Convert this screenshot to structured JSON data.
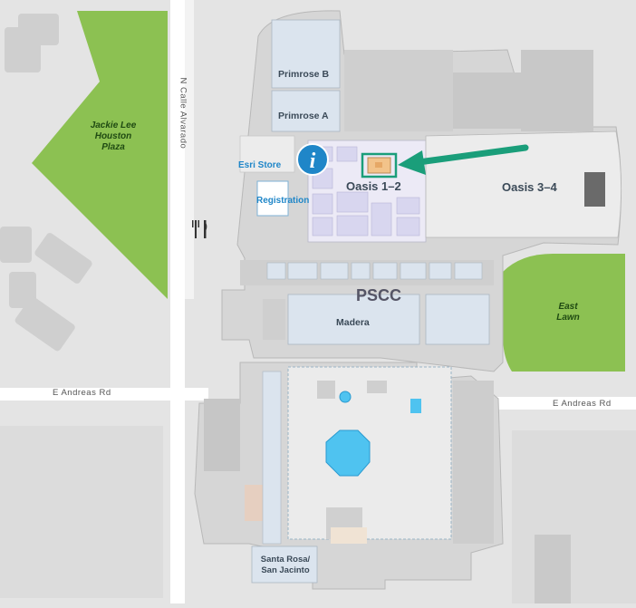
{
  "map": {
    "parks": {
      "jackie_lee": [
        "Jackie Lee",
        "Houston",
        "Plaza"
      ],
      "east_lawn": [
        "East",
        "Lawn"
      ]
    },
    "streets": {
      "calle_alvarado": "N Calle Alvarado",
      "andreas_west": "E Andreas Rd",
      "andreas_east": "E Andreas Rd"
    },
    "rooms": {
      "primrose_b": "Primrose B",
      "primrose_a": "Primrose A",
      "oasis_12": "Oasis 1–2",
      "oasis_34": "Oasis 3–4",
      "madera": "Madera",
      "pscc": "PSCC",
      "santa_rosa": [
        "Santa Rosa/",
        "San Jacinto"
      ]
    },
    "points": {
      "esri_store": "Esri Store",
      "registration": "Registration",
      "info_glyph": "i",
      "dining_icon": "restaurant-icon",
      "info_icon": "info-icon"
    },
    "colors": {
      "background": "#e4e4e4",
      "road": "#ffffff",
      "park_green": "#8cc152",
      "building": "#d8d8d8",
      "room_fill": "#dbe4ee",
      "accent_blue": "#1f86c8",
      "arrow_teal": "#1a9e7a",
      "booth_orange": "#f2c38a"
    }
  }
}
